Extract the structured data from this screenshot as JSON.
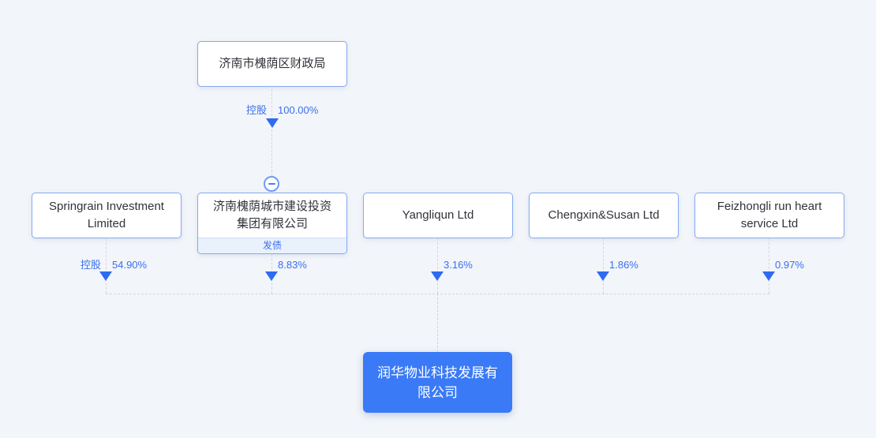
{
  "page": {
    "background": "#f2f5f9",
    "type": "equity-structure-diagram"
  },
  "colors": {
    "accent_blue": "#3a6ff0",
    "arrow_blue": "#2e6bf0",
    "node_border": "#84a9f3",
    "node_text": "#30333a",
    "target_node_bg": "#3a7af7",
    "target_node_text": "#ffffff",
    "tag_bg": "#e9f1fd",
    "line_gray": "#d2d6dc"
  },
  "root_company": {
    "name": "济南市槐荫区财政局"
  },
  "root_edge": {
    "relation": "控股",
    "percent": "100.00%"
  },
  "collapse_button": {
    "icon": "minus"
  },
  "shareholders": [
    {
      "name": "Springrain Investment Limited",
      "relation": "控股",
      "percent": "54.90%"
    },
    {
      "name": "济南槐荫城市建设投资集团有限公司",
      "relation": "",
      "percent": "8.83%",
      "tag": "发债"
    },
    {
      "name": "Yangliqun Ltd",
      "relation": "",
      "percent": "3.16%"
    },
    {
      "name": "Chengxin&Susan Ltd",
      "relation": "",
      "percent": "1.86%"
    },
    {
      "name": "Feizhongli run heart service Ltd",
      "relation": "",
      "percent": "0.97%"
    }
  ],
  "target_company": {
    "name": "润华物业科技发展有限公司"
  }
}
